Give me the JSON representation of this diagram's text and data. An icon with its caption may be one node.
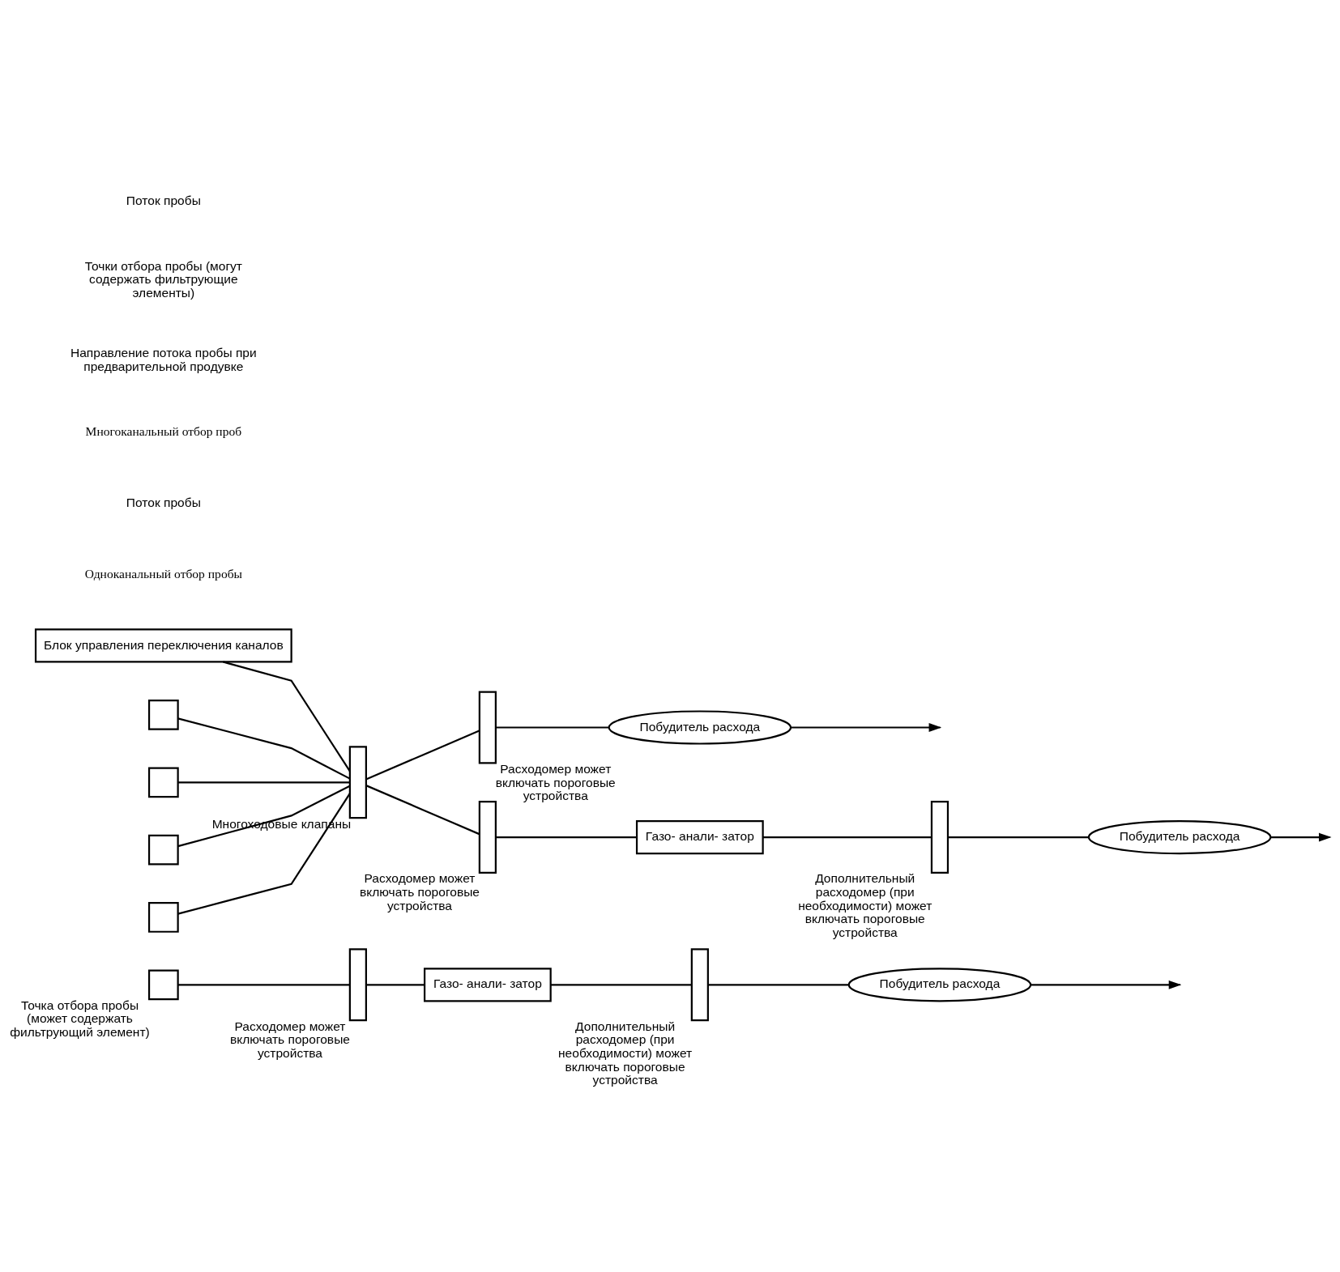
{
  "diagram": {
    "nodes": [
      {
        "text": [],
        "shape": "box",
        "beside": [
          "Точка отбора пробы (может содержать фильтрующий элемент)"
        ]
      },
      {
        "text": [],
        "shape": "bar",
        "beside": [
          "Расходомер может включать пороговые устройства"
        ]
      },
      {
        "text": [
          "Газо- анали- затор"
        ]
      },
      {
        "text": [],
        "shape": "bar",
        "beside": [
          "Дополнительный расходомер (при необходимости) может включать пороговые устройства"
        ]
      },
      {
        "text": [
          "Побудитель расхода"
        ]
      },
      {
        "text": [
          "Блок управления переключения каналов"
        ]
      },
      {
        "text": [],
        "shape": "bar",
        "beside": [
          "Многоходовые клапаны"
        ]
      },
      {
        "text": [],
        "shape": "box"
      },
      {
        "text": [],
        "shape": "box"
      },
      {
        "text": [],
        "shape": "box"
      },
      {
        "text": [],
        "shape": "box"
      },
      {
        "text": [],
        "shape": "bar",
        "beside": [
          "Расходомер может включать пороговые устройства"
        ]
      },
      {
        "text": [
          "Побудитель расхода"
        ]
      },
      {
        "text": [],
        "shape": "bar",
        "beside": [
          "Расходомер может включать пороговые устройства"
        ]
      },
      {
        "text": [
          "Газо- анали- затор"
        ]
      },
      {
        "text": [],
        "shape": "bar",
        "beside": [
          "Дополнительный расходомер (при необходимости) может включать пороговые устройства"
        ]
      },
      {
        "text": [
          "Побудитель расхода"
        ]
      }
    ],
    "edges": [
      {
        "from": 0,
        "to": 1,
        "arrow": "none"
      },
      {
        "from": 1,
        "to": 2,
        "arrow": "none"
      },
      {
        "from": 2,
        "to": 3,
        "arrow": "none"
      },
      {
        "from": 3,
        "to": 4,
        "arrow": "none"
      },
      {
        "from": 4,
        "to": null,
        "arrow": "to"
      },
      {
        "from": 5,
        "to": 6,
        "arrow": "none"
      },
      {
        "from": 7,
        "to": 6,
        "arrow": "none"
      },
      {
        "from": 8,
        "to": 6,
        "arrow": "none"
      },
      {
        "from": 9,
        "to": 6,
        "arrow": "none"
      },
      {
        "from": 10,
        "to": 6,
        "arrow": "none"
      },
      {
        "from": 6,
        "to": 11,
        "arrow": "none"
      },
      {
        "from": 11,
        "to": 12,
        "arrow": "none"
      },
      {
        "from": 12,
        "to": null,
        "arrow": "to"
      },
      {
        "from": 6,
        "to": 13,
        "arrow": "none"
      },
      {
        "from": 13,
        "to": 14,
        "arrow": "none"
      },
      {
        "from": 14,
        "to": 15,
        "arrow": "none"
      },
      {
        "from": 15,
        "to": 16,
        "arrow": "none"
      },
      {
        "from": 16,
        "to": null,
        "arrow": "to"
      }
    ],
    "labels": [
      "Одноканальный отбор пробы",
      "Поток пробы",
      "Многоканальный отбор проб",
      "Направление потока пробы при предварительной продувке",
      "Точки отбора пробы (могут содержать фильтрующие элементы)",
      "Поток пробы"
    ]
  }
}
